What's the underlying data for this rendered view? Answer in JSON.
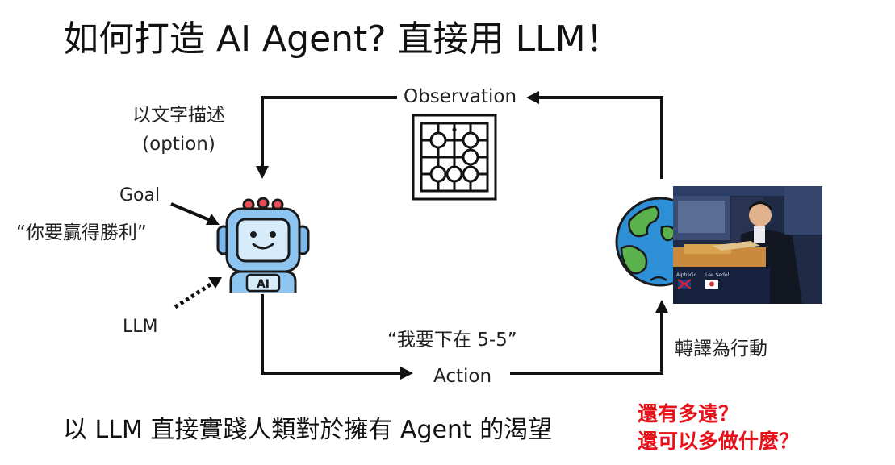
{
  "slide": {
    "title": "如何打造 AI Agent? 直接用 LLM！",
    "labels": {
      "observation": "Observation",
      "describe_line1": "以文字描述",
      "describe_line2": "(option)",
      "goal": "Goal",
      "goal_quote": "“你要贏得勝利”",
      "llm": "LLM",
      "move_quote": "“我要下在 5-5”",
      "action": "Action",
      "translate": "轉譯為行動"
    },
    "robot_badge": "AI",
    "bottom_text": "以 LLM 直接實踐人類對於擁有 Agent 的渴望",
    "questions": [
      "還有多遠？",
      "還可以多做什麼？"
    ],
    "photo_caption": {
      "player_left": "AlphaGo",
      "player_right": "Lee Sedol"
    },
    "colors": {
      "title": "#111111",
      "questions": "#e8121b",
      "robot_body": "#8ec5f0",
      "robot_accent": "#e84b5a",
      "globe_ocean": "#2d8fd6",
      "globe_land": "#5bb24c"
    }
  }
}
